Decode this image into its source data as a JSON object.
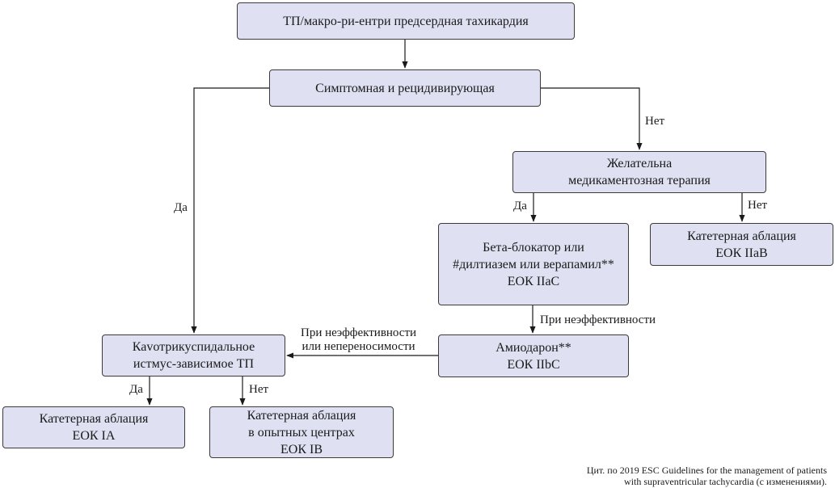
{
  "nodes": {
    "tp": {
      "lines": [
        "ТП/макро-ри-ентри предсердная тахикардия"
      ]
    },
    "symptomatic": {
      "lines": [
        "Симптомная и рецидивирующая"
      ]
    },
    "desired_drug": {
      "lines": [
        "Желательна",
        "медикаментозная терапия"
      ]
    },
    "beta_blocker": {
      "lines": [
        "Бета-блокатор или",
        "#дилтиазем или верапамил**",
        "ЕОК IIaC"
      ]
    },
    "catheter_iiab": {
      "lines": [
        "Катетерная аблация",
        "ЕОК IIaB"
      ]
    },
    "amiodarone": {
      "lines": [
        "Амиодарон**",
        "ЕОК IIbC"
      ]
    },
    "cti_tp": {
      "lines": [
        "Каvотрикуспидальное",
        "истмус-зависимое ТП"
      ]
    },
    "catheter_ia": {
      "lines": [
        "Катетерная аблация",
        "ЕОК IA"
      ]
    },
    "catheter_ib": {
      "lines": [
        "Катетерная аблация",
        "в опытных центрах",
        "ЕОК IB"
      ]
    }
  },
  "edge_labels": {
    "yes_main": "Да",
    "no_main": "Нет",
    "yes_drug": "Да",
    "no_drug": "Нет",
    "ineffective": "При неэффективности",
    "ineffective_or_intolerant": [
      "При неэффективности",
      "или непереносимости"
    ],
    "yes_cti": "Да",
    "no_cti": "Нет"
  },
  "citation": [
    "Цит. по 2019 ESC Guidelines for the management of patients",
    "with supraventricular tachycardia (с изменениями)."
  ]
}
